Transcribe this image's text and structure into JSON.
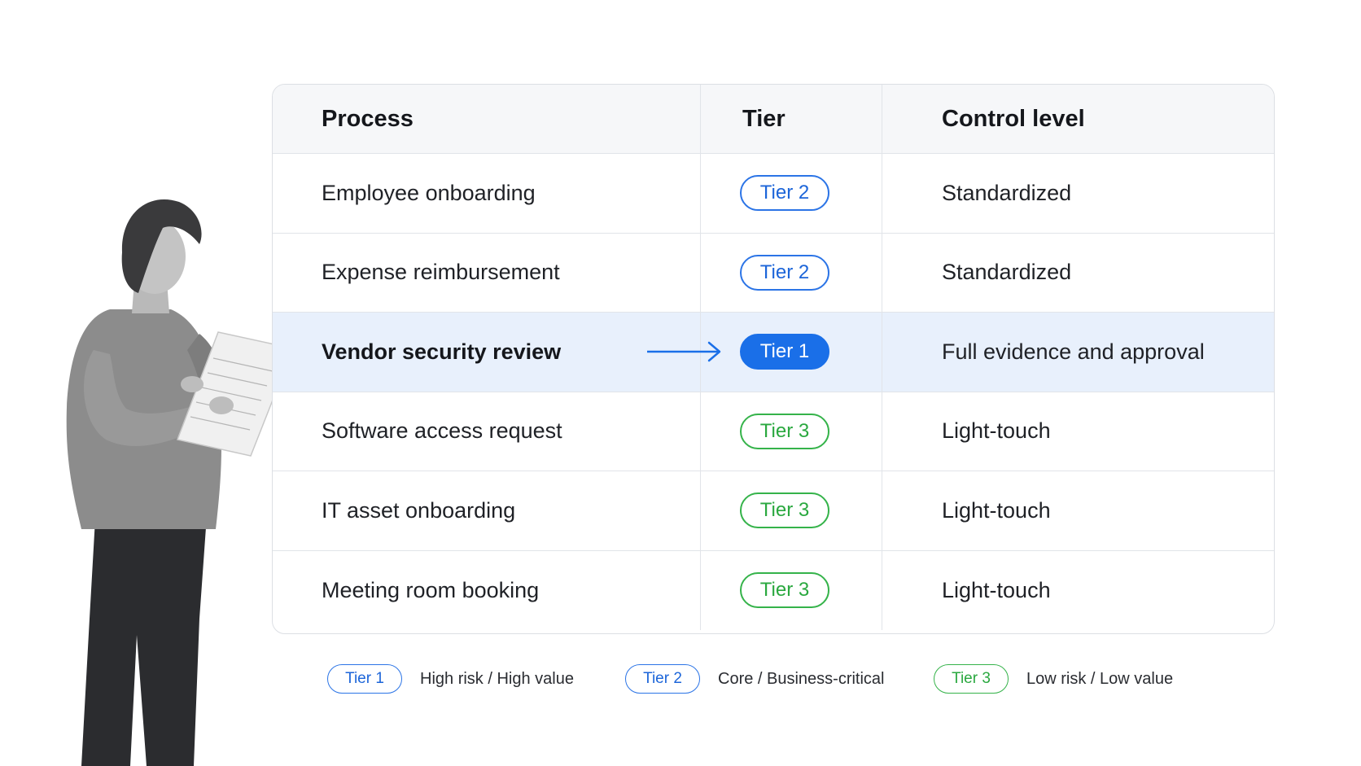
{
  "table": {
    "headers": {
      "process": "Process",
      "tier": "Tier",
      "control": "Control level"
    },
    "rows": [
      {
        "process": "Employee onboarding",
        "tier": "Tier 2",
        "control": "Standardized"
      },
      {
        "process": "Expense reimbursement",
        "tier": "Tier 2",
        "control": "Standardized"
      },
      {
        "process": "Vendor security review",
        "tier": "Tier 1",
        "control": "Full evidence and approval",
        "highlighted": true
      },
      {
        "process": "Software access request",
        "tier": "Tier 3",
        "control": "Light-touch"
      },
      {
        "process": "IT asset onboarding",
        "tier": "Tier 3",
        "control": "Light-touch"
      },
      {
        "process": "Meeting room booking",
        "tier": "Tier 3",
        "control": "Light-touch"
      }
    ]
  },
  "legend": [
    {
      "tier": "Tier 1",
      "description": "High risk / High value"
    },
    {
      "tier": "Tier 2",
      "description": "Core / Business-critical"
    },
    {
      "tier": "Tier 3",
      "description": "Low risk / Low value"
    }
  ],
  "icons": {
    "highlight_pointer": "arrow-right-icon",
    "illustration": "woman-with-clipboard"
  },
  "colors": {
    "tier1": "#1a6fe8",
    "tier2": "#2b74e6",
    "tier3": "#35b34a",
    "highlight_row": "#e8f0fc"
  }
}
